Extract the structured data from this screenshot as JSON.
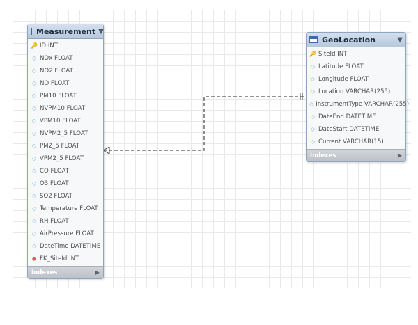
{
  "tables": [
    {
      "id": "measurement",
      "title": "Measurement",
      "columns": [
        {
          "label": "ID INT",
          "icon": "primary-key-icon"
        },
        {
          "label": "NOx FLOAT",
          "icon": "column-diamond-icon"
        },
        {
          "label": "NO2 FLOAT",
          "icon": "column-diamond-icon"
        },
        {
          "label": "NO FLOAT",
          "icon": "column-diamond-icon"
        },
        {
          "label": "PM10 FLOAT",
          "icon": "column-diamond-icon"
        },
        {
          "label": "NVPM10 FLOAT",
          "icon": "column-diamond-icon"
        },
        {
          "label": "VPM10 FLOAT",
          "icon": "column-diamond-icon"
        },
        {
          "label": "NVPM2_5 FLOAT",
          "icon": "column-diamond-icon"
        },
        {
          "label": "PM2_5 FLOAT",
          "icon": "column-diamond-icon"
        },
        {
          "label": "VPM2_5 FLOAT",
          "icon": "column-diamond-icon"
        },
        {
          "label": "CO FLOAT",
          "icon": "column-diamond-icon"
        },
        {
          "label": "O3 FLOAT",
          "icon": "column-diamond-icon"
        },
        {
          "label": "SO2 FLOAT",
          "icon": "column-diamond-icon"
        },
        {
          "label": "Temperature FLOAT",
          "icon": "column-diamond-icon"
        },
        {
          "label": "RH FLOAT",
          "icon": "column-diamond-icon"
        },
        {
          "label": "AirPressure FLOAT",
          "icon": "column-diamond-icon"
        },
        {
          "label": "DateTime DATETIME",
          "icon": "column-diamond-icon"
        },
        {
          "label": "FK_SiteId INT",
          "icon": "foreign-key-icon"
        }
      ],
      "indexes_label": "Indexes"
    },
    {
      "id": "geolocation",
      "title": "GeoLocation",
      "columns": [
        {
          "label": "SiteId INT",
          "icon": "primary-key-icon"
        },
        {
          "label": "Latitude FLOAT",
          "icon": "column-diamond-icon"
        },
        {
          "label": "Longitude FLOAT",
          "icon": "column-diamond-icon"
        },
        {
          "label": "Location VARCHAR(255)",
          "icon": "column-diamond-icon"
        },
        {
          "label": "InstrumentType VARCHAR(255)",
          "icon": "column-diamond-icon"
        },
        {
          "label": "DateEnd DATETIME",
          "icon": "column-diamond-icon"
        },
        {
          "label": "DateStart DATETIME",
          "icon": "column-diamond-icon"
        },
        {
          "label": "Current VARCHAR(15)",
          "icon": "column-diamond-icon"
        }
      ],
      "indexes_label": "Indexes"
    }
  ],
  "relationship": {
    "from": "measurement.FK_SiteId",
    "to": "geolocation.SiteId",
    "from_cardinality": "many",
    "to_cardinality": "one",
    "line_style": "dashed",
    "line_color": "#555555"
  },
  "colors": {
    "header": "#c3d3e6",
    "border": "#8ea4bf",
    "primary_key": "#e2b12a",
    "column": "#7fb2cf",
    "foreign_key": "#d0605c"
  }
}
